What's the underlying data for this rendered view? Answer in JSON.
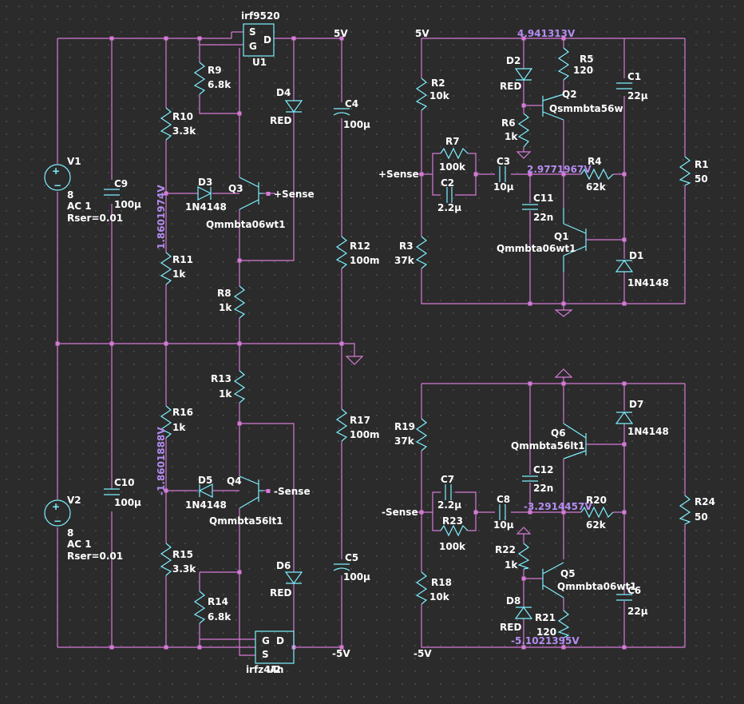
{
  "colors": {
    "background": "#2b2b2b",
    "wire": "#d57ad6",
    "component": "#7ef0ff",
    "text": "#ffffff",
    "voltage": "#b48cf0"
  },
  "labels": {
    "u1_model": "irf9520",
    "u1_name": "U1",
    "u1_s": "S",
    "u1_g": "G",
    "u1_d": "D",
    "u2_model": "irfz44n",
    "u2_name": "U2",
    "u2_s": "S",
    "u2_g": "G",
    "u2_d": "D",
    "net_5v_left": "5V",
    "net_5v_right": "5V",
    "net_m5v_left": "-5V",
    "net_m5v_right": "-5V",
    "r9": "R9",
    "r9v": "6.8k",
    "r10": "R10",
    "r10v": "3.3k",
    "r11": "R11",
    "r11v": "1k",
    "r8": "R8",
    "r8v": "1k",
    "r12": "R12",
    "r12v": "100m",
    "r13": "R13",
    "r13v": "1k",
    "r16": "R16",
    "r16v": "1k",
    "r15": "R15",
    "r15v": "3.3k",
    "r14": "R14",
    "r14v": "6.8k",
    "r17": "R17",
    "r17v": "100m",
    "d4": "D4",
    "d4v": "RED",
    "d3": "D3",
    "d3v": "1N4148",
    "d5": "D5",
    "d5v": "1N4148",
    "d6": "D6",
    "d6v": "RED",
    "q3": "Q3",
    "q3v": "Qmmbta06wt1",
    "q4": "Q4",
    "q4v": "Qmmbta56lt1",
    "sense_plus_left": "+Sense",
    "sense_minus_left": "-Sense",
    "c4": "C4",
    "c4v": "100µ",
    "c5": "C5",
    "c5v": "100µ",
    "c9": "C9",
    "c9v": "100µ",
    "c10": "C10",
    "c10v": "100µ",
    "v1": "V1",
    "v1a": "8",
    "v1b": "AC 1",
    "v1c": "Rser=0.01",
    "v2": "V2",
    "v2a": "8",
    "v2b": "AC 1",
    "v2c": "Rser=0.01",
    "volt_top_left": "1.8601974V",
    "volt_bottom_left": "-1.8601888V",
    "r2": "R2",
    "r2v": "10k",
    "r3": "R3",
    "r3v": "37k",
    "r7": "R7",
    "r7v": "100k",
    "c2": "C2",
    "c2v": "2.2µ",
    "c3": "C3",
    "c3v": "10µ",
    "c11": "C11",
    "c11v": "22n",
    "r4": "R4",
    "r4v": "62k",
    "r5": "R5",
    "r5v": "120",
    "r6": "R6",
    "r6v": "1k",
    "d2": "D2",
    "d2v": "RED",
    "q2": "Q2",
    "q2v": "Qsmmbta56w",
    "c1": "C1",
    "c1v": "22µ",
    "r1": "R1",
    "r1v": "50",
    "q1": "Q1",
    "q1v": "Qmmbta06wt1",
    "d1": "D1",
    "d1v": "1N4148",
    "sense_plus_right": "+Sense",
    "volt_r_top": "4.941313V",
    "volt_r_mid": "2.9771967V",
    "r19": "R19",
    "r19v": "37k",
    "r18": "R18",
    "r18v": "10k",
    "c7": "C7",
    "c7v": "2.2µ",
    "c8": "C8",
    "c8v": "10µ",
    "r23": "R23",
    "r23v": "100k",
    "c12": "C12",
    "c12v": "22n",
    "r20": "R20",
    "r20v": "62k",
    "r22": "R22",
    "r22v": "1k",
    "q5": "Q5",
    "q5v": "Qmmbta06wt1",
    "q6": "Q6",
    "q6v": "Qmmbta56lt1",
    "d7": "D7",
    "d7v": "1N4148",
    "d8": "D8",
    "d8v": "RED",
    "r21": "R21",
    "r21v": "120",
    "c6": "C6",
    "c6v": "22µ",
    "r24": "R24",
    "r24v": "50",
    "sense_minus_right": "-Sense",
    "volt_r_mid2": "-3.2914457V",
    "volt_r_bot": "-5.1021395V"
  }
}
